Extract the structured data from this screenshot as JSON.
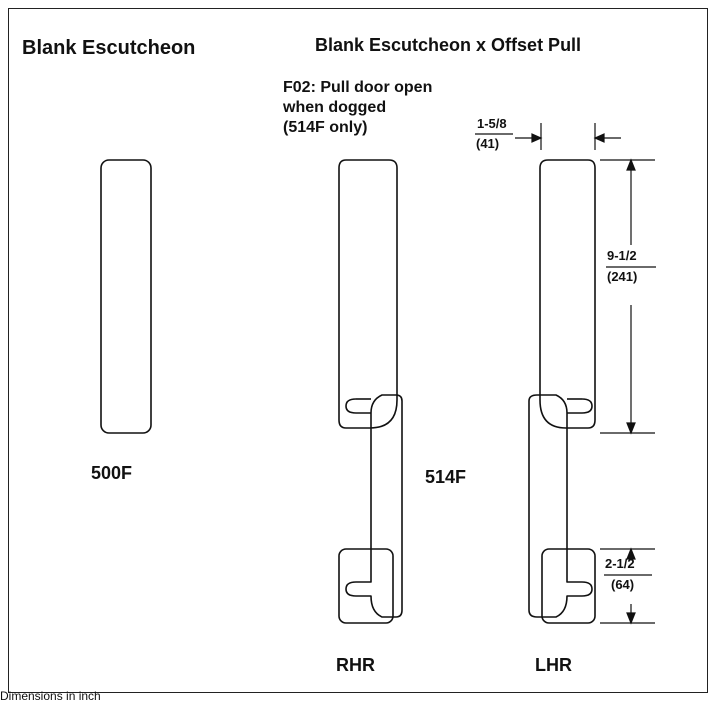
{
  "titles": {
    "left": "Blank Escutcheon",
    "right": "Blank Escutcheon x Offset Pull"
  },
  "note": {
    "line1": "F02: Pull door open",
    "line2": "when dogged",
    "line3": "(514F only)"
  },
  "models": {
    "blank": "500F",
    "pull": "514F",
    "right_hand": "RHR",
    "left_hand": "LHR"
  },
  "dimensions": {
    "width_in": "1-5/8",
    "width_mm": "(41)",
    "height_in": "9-1/2",
    "height_mm": "(241)",
    "pull_in": "2-1/2",
    "pull_mm": "(64)"
  },
  "footnote": "Dimensions in inch"
}
